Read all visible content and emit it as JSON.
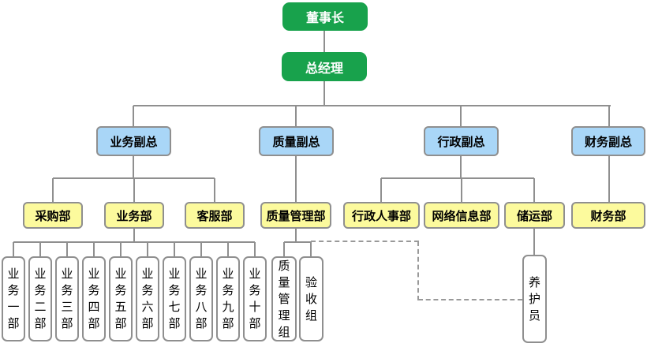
{
  "diagram": {
    "type": "org-chart",
    "nodes": {
      "chairman": "董事长",
      "general_manager": "总经理",
      "vps": [
        "业务副总",
        "质量副总",
        "行政副总",
        "财务副总"
      ],
      "departments": [
        "采购部",
        "业务部",
        "客服部",
        "质量管理部",
        "行政人事部",
        "网络信息部",
        "储运部",
        "财务部"
      ],
      "business_units": [
        "业务一部",
        "业务二部",
        "业务三部",
        "业务四部",
        "业务五部",
        "业务六部",
        "业务七部",
        "业务八部",
        "业务九部",
        "业务十部"
      ],
      "quality_groups": [
        "质量管理组",
        "验收组"
      ],
      "maintenance_staff": "养护员"
    },
    "colors": {
      "executive_fill": "#18A24C",
      "executive_text": "#FFFFFF",
      "vp_fill": "#A9D6F7",
      "department_fill": "#FCFA9D",
      "unit_fill": "#FFFFFF",
      "border": "#8F8F8F",
      "line_solid": "#8F8F8F",
      "line_dashed": "#999999",
      "text": "#000000"
    },
    "relations": {
      "dashed_link": "质量管理组/验收组 ↔ 养护员"
    }
  }
}
